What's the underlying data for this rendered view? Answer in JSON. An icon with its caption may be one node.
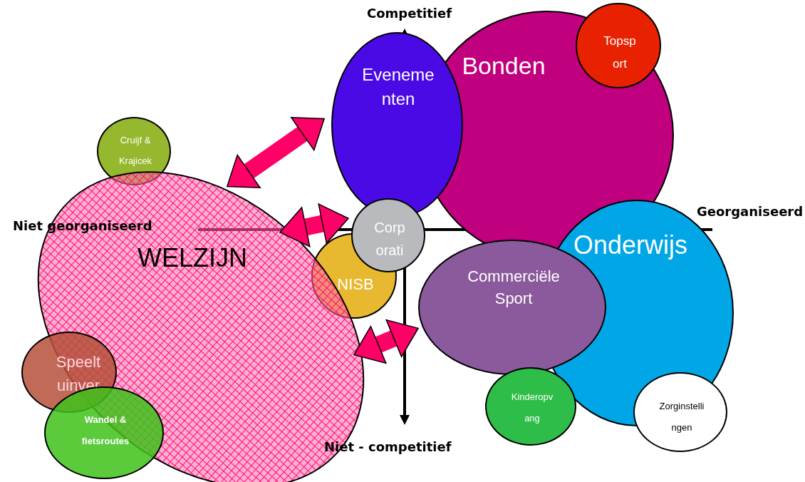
{
  "diagram": {
    "nodes": [
      {
        "text": [
          "Eveneme nten"
        ]
      },
      {
        "text": [
          "Bonden"
        ]
      },
      {
        "text": [
          "Topsp ort"
        ]
      },
      {
        "text": [
          "Cruijf & Krajicek"
        ]
      },
      {
        "text": [
          "Corp orati"
        ]
      },
      {
        "text": [
          "WELZIJN"
        ]
      },
      {
        "text": [
          "Onderwijs"
        ]
      },
      {
        "text": [
          "NISB"
        ]
      },
      {
        "text": [
          "Commerciële Sport"
        ]
      },
      {
        "text": [
          "Speelt uinver"
        ]
      },
      {
        "text": [
          "Kinderopv ang"
        ]
      },
      {
        "text": [
          "Zorginstelli ngen"
        ]
      },
      {
        "text": [
          "Wandel & fietsroutes"
        ]
      }
    ],
    "edges": [
      {
        "from": 5,
        "to": 0,
        "arrow": "both"
      },
      {
        "from": 5,
        "to": 4,
        "arrow": "both"
      },
      {
        "from": 5,
        "to": 8,
        "arrow": "both"
      }
    ],
    "labels": [
      "Competitief",
      "Niet georganiseerd",
      "Georganiseerd",
      "Niet - competitief"
    ]
  }
}
